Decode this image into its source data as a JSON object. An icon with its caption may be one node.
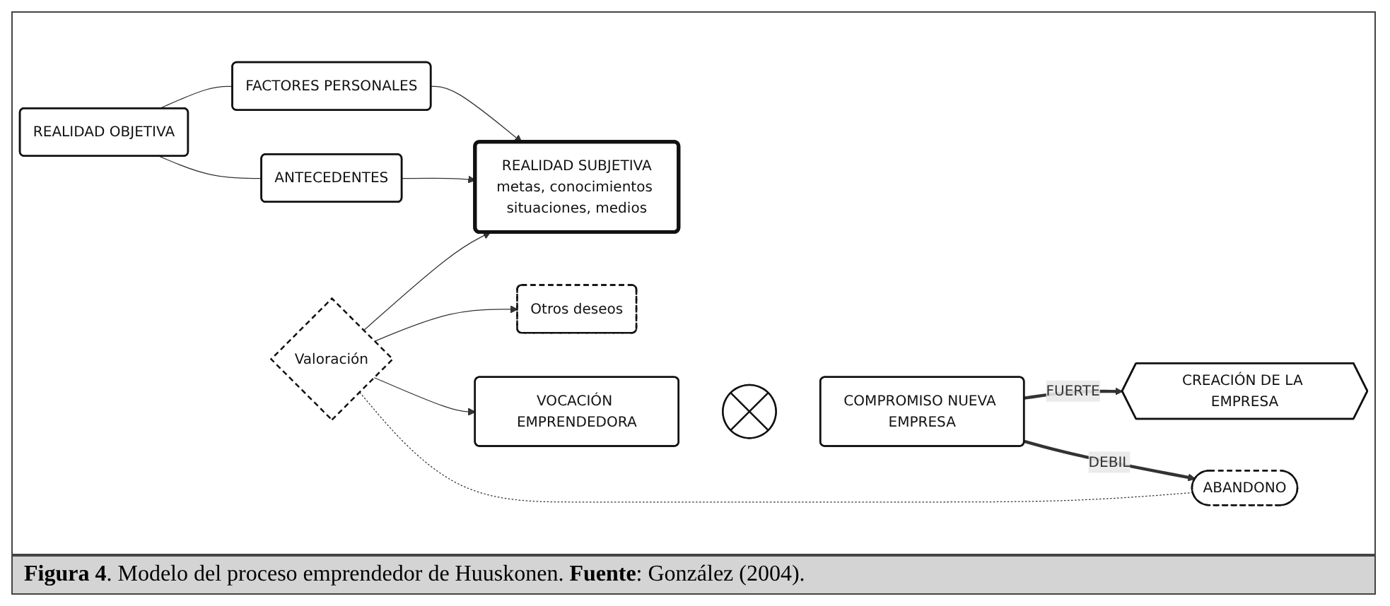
{
  "diagram": {
    "caption": "**Figura 4**. Modelo del proceso emprendedor de Huuskonen. **Fuente**: González (2004).",
    "nodes": [
      {
        "text": [
          "FACTORES PERSONALES"
        ]
      },
      {
        "text": [
          "REALIDAD OBJETIVA"
        ]
      },
      {
        "text": [
          "ANTECEDENTES"
        ]
      },
      {
        "text": [
          "REALIDAD SUBJETIVA",
          "metas, conocimientos situaciones, medios"
        ]
      },
      {
        "text": [
          "Otros deseos"
        ]
      },
      {
        "text": [
          "Valoración"
        ]
      },
      {
        "text": [
          "VOCACIÓN EMPRENDEDORA"
        ]
      },
      {
        "text": [],
        "shape": "circle"
      },
      {
        "text": [
          "COMPROMISO NUEVA EMPRESA"
        ]
      },
      {
        "text": [
          "CREACIÓN DE LA EMPRESA"
        ]
      },
      {
        "text": [
          "ABANDONO"
        ]
      }
    ],
    "edges": [
      {
        "from": 1,
        "to": 0,
        "arrow": "none"
      },
      {
        "from": 1,
        "to": 2,
        "arrow": "none"
      },
      {
        "from": 0,
        "to": 3,
        "arrow": "to"
      },
      {
        "from": 2,
        "to": 3,
        "arrow": "to"
      },
      {
        "from": 5,
        "to": 3,
        "arrow": "to"
      },
      {
        "from": 5,
        "to": 4,
        "arrow": "to"
      },
      {
        "from": 5,
        "to": 6,
        "arrow": "to"
      },
      {
        "from": 8,
        "to": 9,
        "arrow": "to",
        "label": "FUERTE",
        "style": "thick"
      },
      {
        "from": 8,
        "to": 10,
        "arrow": "to",
        "label": "DEBIL",
        "style": "thick"
      },
      {
        "from": 10,
        "to": 5,
        "arrow": "none",
        "style": "dashed"
      }
    ]
  }
}
